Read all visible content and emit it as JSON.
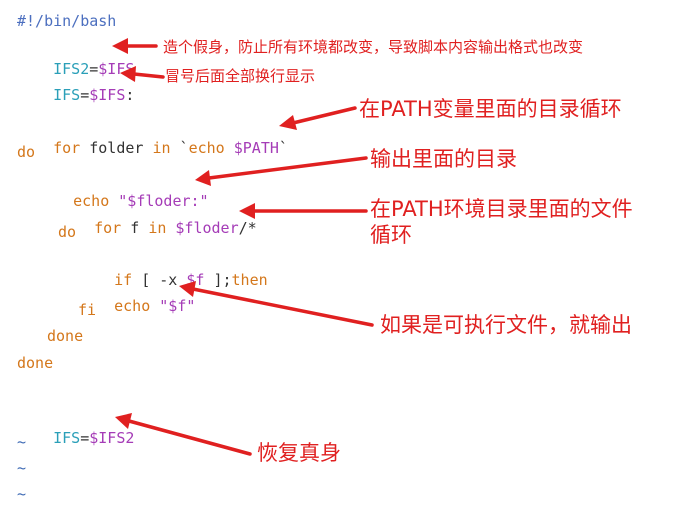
{
  "code": {
    "shebang": "#!/bin/bash",
    "line_ifs2": {
      "var": "IFS2",
      "eq": "=",
      "val": "$IFS"
    },
    "line_ifs": {
      "var": "IFS",
      "eq": "=",
      "val": "$IFS",
      "rest": ":"
    },
    "line_for1": {
      "kw1": "for",
      "t1": " folder ",
      "kw2": "in",
      "t2": " `",
      "kw3": "echo",
      "t3": " ",
      "val": "$PATH",
      "t4": "`"
    },
    "line_do1": "do",
    "line_echo1": {
      "kw": "echo",
      "t1": " ",
      "str": "\"$floder:\""
    },
    "line_for2": {
      "kw1": "for",
      "t1": " f ",
      "kw2": "in",
      "t2": " ",
      "val": "$floder",
      "t3": "/*"
    },
    "line_do2": "do",
    "line_if": {
      "kw": "if",
      "t1": " [ -x ",
      "val": "$f",
      "t2": " ];",
      "kw2": "then"
    },
    "line_echo2": {
      "kw": "echo",
      "t1": " ",
      "str": "\"$f\""
    },
    "line_fi": "fi",
    "line_done1": "done",
    "line_done2": "done",
    "line_restore": {
      "var": "IFS",
      "eq": "=",
      "val": "$IFS2"
    },
    "tilde": "~"
  },
  "annotations": {
    "fake_body": "造个假身，防止所有环境都改变，导致脚本内容输出格式也改变",
    "colon_newline": "冒号后面全部换行显示",
    "path_loop": "在PATH变量里面的目录循环",
    "print_dir": "输出里面的目录",
    "file_loop_line1": "在PATH环境目录里面的文件",
    "file_loop_line2": "循环",
    "exec_print": "如果是可执行文件，就输出",
    "restore": "恢复真身"
  },
  "colors": {
    "comment": "#4c6fbf",
    "variable": "#2a9fb8",
    "value": "#a53cb7",
    "keyword": "#d4771b",
    "annotation": "#e02020"
  }
}
